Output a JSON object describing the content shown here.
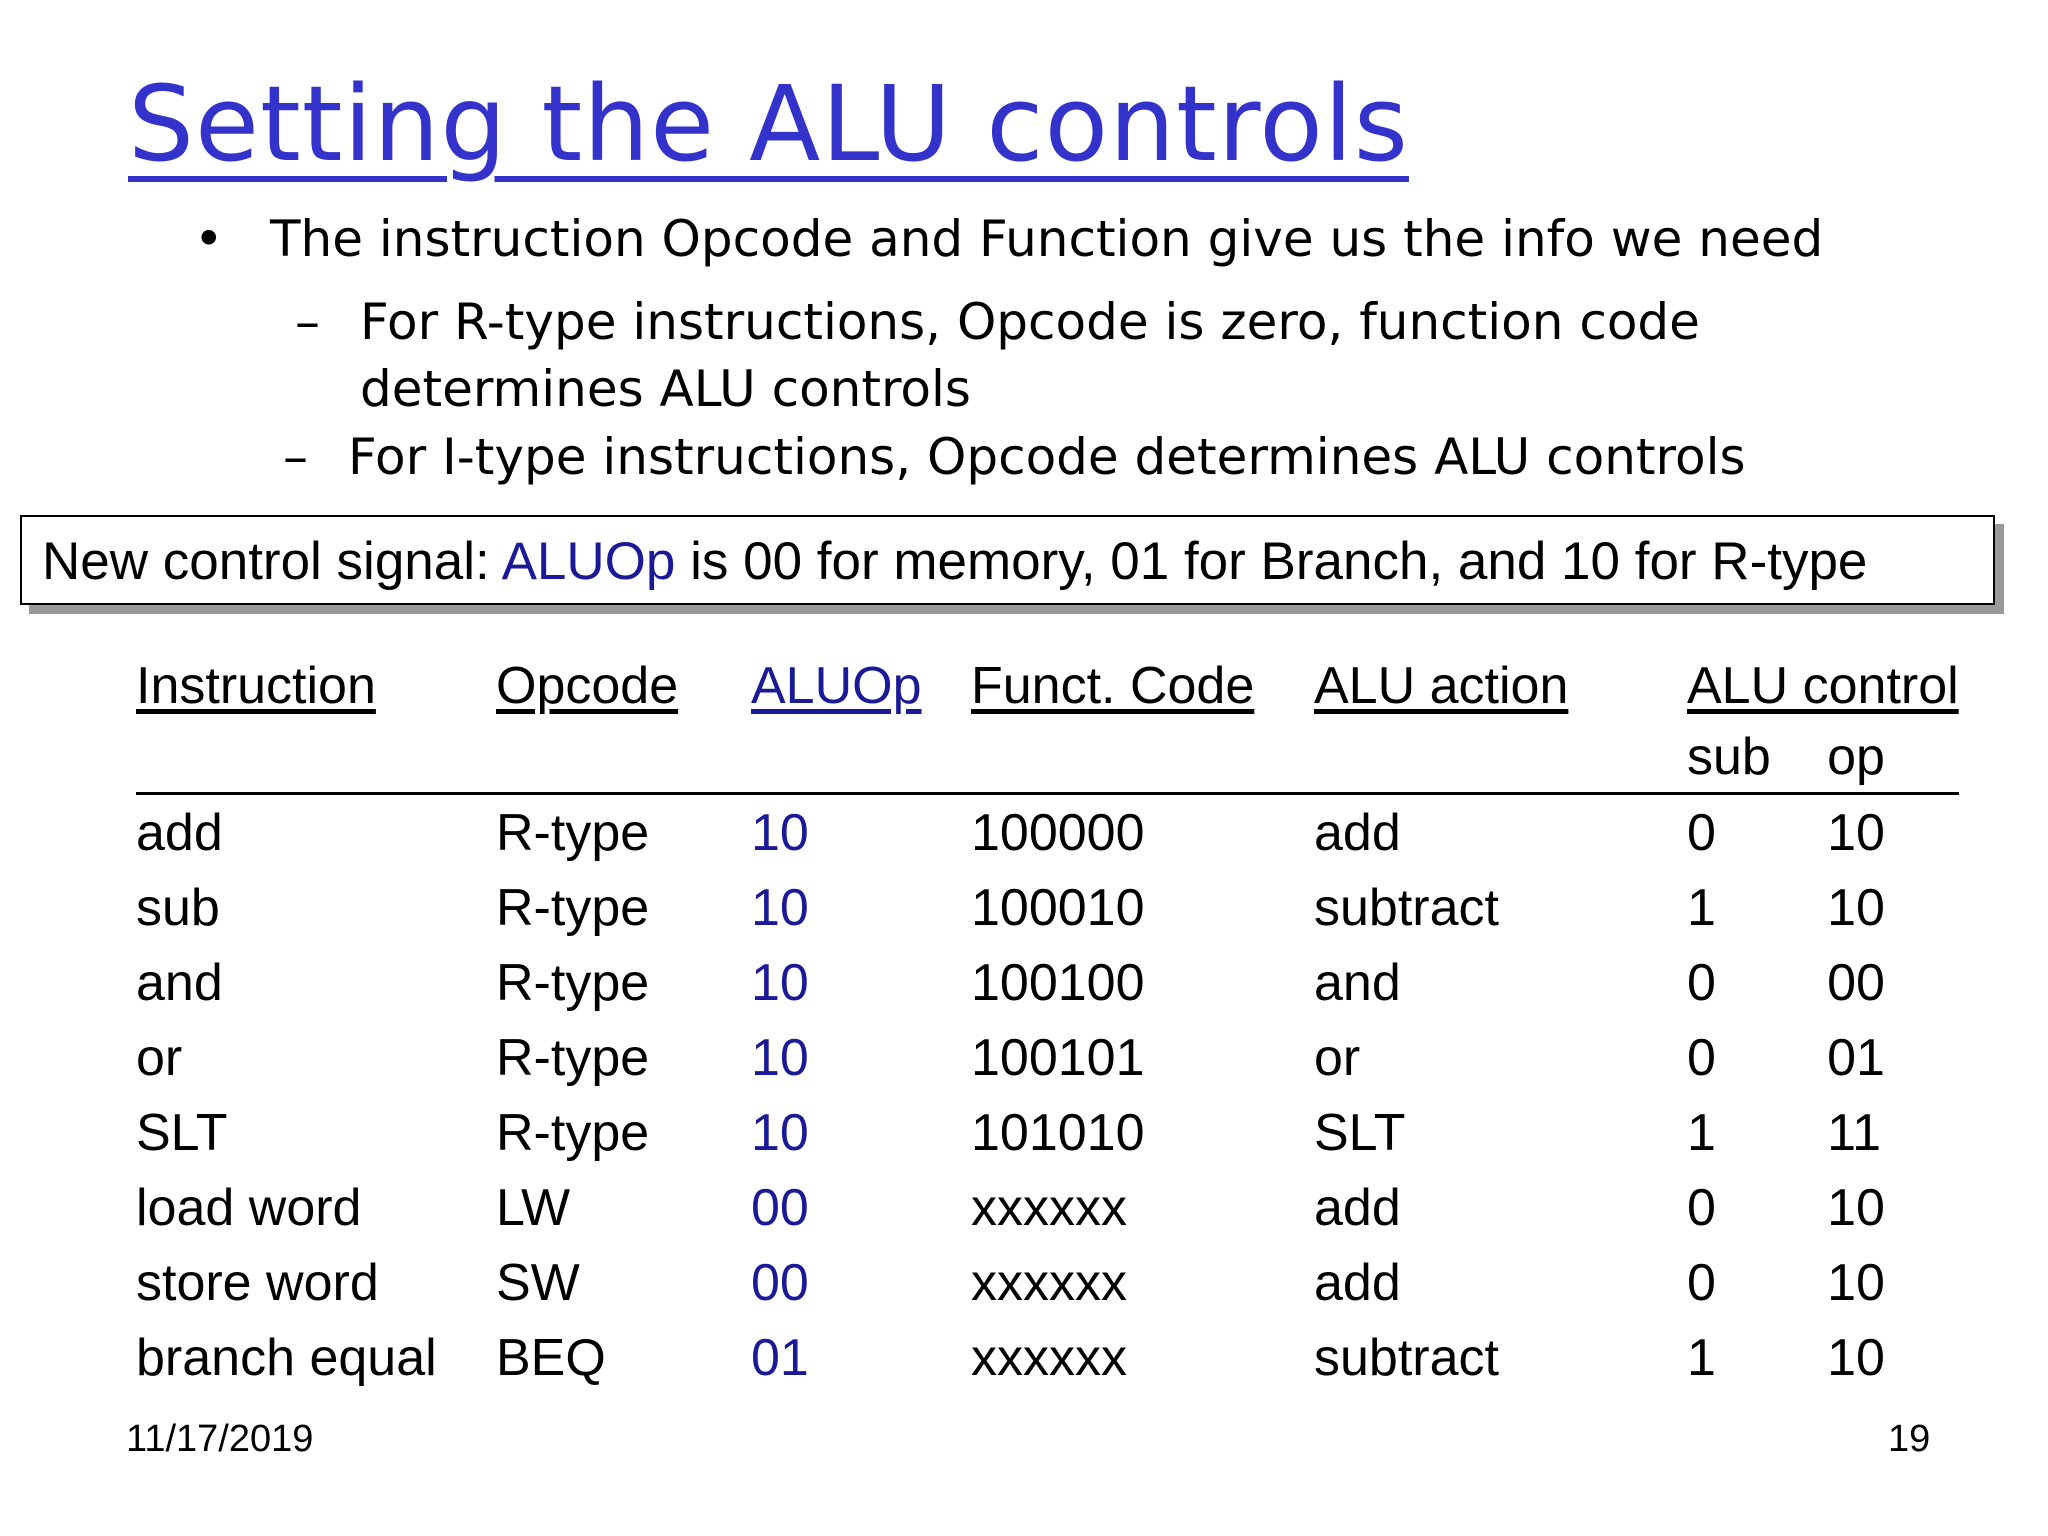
{
  "slide": {
    "title": "Setting the ALU controls",
    "bullet": "The instruction Opcode and Function give us the info we need",
    "bullet_marker": "•",
    "subbullets": [
      {
        "marker": "–",
        "line1": "For R-type instructions, Opcode is zero, function code",
        "line2": "determines ALU controls"
      },
      {
        "marker": "–",
        "line1": "For I-type instructions, Opcode determines ALU controls"
      }
    ],
    "callout": {
      "prefix": "New control signal: ",
      "highlight": "ALUOp",
      "suffix": " is 00 for memory, 01 for Branch, and 10 for R-type"
    },
    "table": {
      "headers": [
        "Instruction",
        "Opcode",
        "ALUOp",
        "Funct. Code",
        "ALU action",
        "ALU control"
      ],
      "subheaders": [
        "sub",
        "op"
      ],
      "rows": [
        [
          "add",
          "R-type",
          "10",
          "100000",
          "add",
          "0",
          "10"
        ],
        [
          "sub",
          "R-type",
          "10",
          "100010",
          "subtract",
          "1",
          "10"
        ],
        [
          "and",
          "R-type",
          "10",
          "100100",
          "and",
          "0",
          "00"
        ],
        [
          "or",
          "R-type",
          "10",
          "100101",
          "or",
          "0",
          "01"
        ],
        [
          "SLT",
          "R-type",
          "10",
          "101010",
          "SLT",
          "1",
          "11"
        ],
        [
          "load word",
          "LW",
          "00",
          "xxxxxx",
          "add",
          "0",
          "10"
        ],
        [
          "store word",
          "SW",
          "00",
          "xxxxxx",
          "add",
          "0",
          "10"
        ],
        [
          "branch equal",
          "BEQ",
          "01",
          "xxxxxx",
          "subtract",
          "1",
          "10"
        ]
      ]
    },
    "footer": {
      "date": "11/17/2019",
      "page": "19"
    },
    "colors": {
      "title": "#3333cc",
      "highlight": "#1a1a99"
    }
  }
}
